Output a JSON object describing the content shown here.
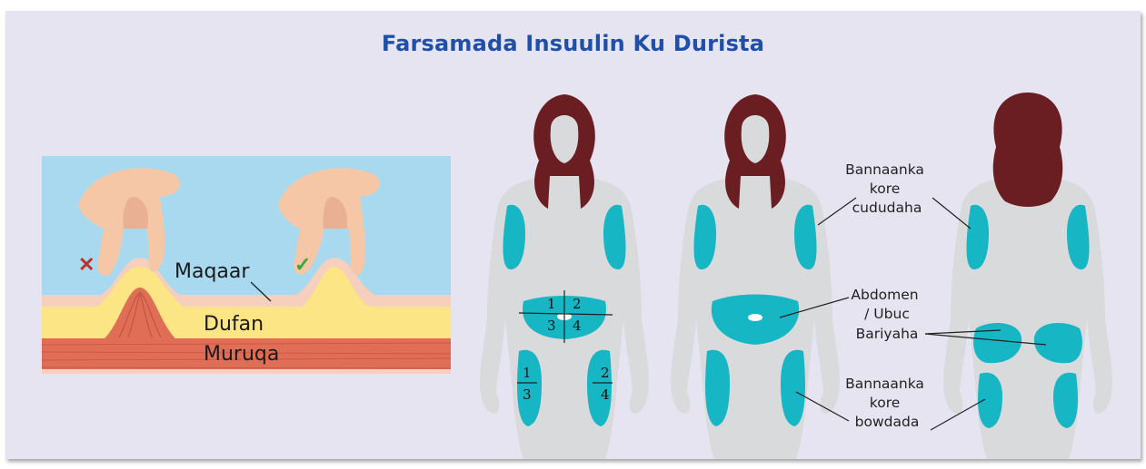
{
  "title": "Farsamada Insuulin Ku Durista",
  "skin_diagram": {
    "layers": {
      "skin": "Maqaar",
      "fat": "Dufan",
      "muscle": "Muruqa"
    },
    "wrong_mark": "✕",
    "correct_mark": "✓",
    "colors": {
      "sky": "#a8d9ef",
      "skin": "#f6cfbd",
      "fat": "#fbe585",
      "muscle": "#e06e57",
      "wrong": "#c0302b",
      "correct": "#36a93a"
    }
  },
  "front_figure": {
    "abdomen_quadrants": [
      "1",
      "2",
      "3",
      "4"
    ],
    "left_thigh": [
      "1",
      "3"
    ],
    "right_thigh": [
      "2",
      "4"
    ]
  },
  "labels": {
    "upper_arm": [
      "Bannaanka",
      "kore",
      "cududaha"
    ],
    "abdomen": [
      "Abdomen",
      "/ Ubuc"
    ],
    "buttocks": [
      "Bariyaha"
    ],
    "thigh": [
      "Bannaanka",
      "kore",
      "bowdada"
    ]
  },
  "colors": {
    "title": "#1f4fa8",
    "injection_site": "#17b6c4",
    "hair": "#6b1e22",
    "body": "#d9dadc",
    "background": "#e6e4f1"
  }
}
